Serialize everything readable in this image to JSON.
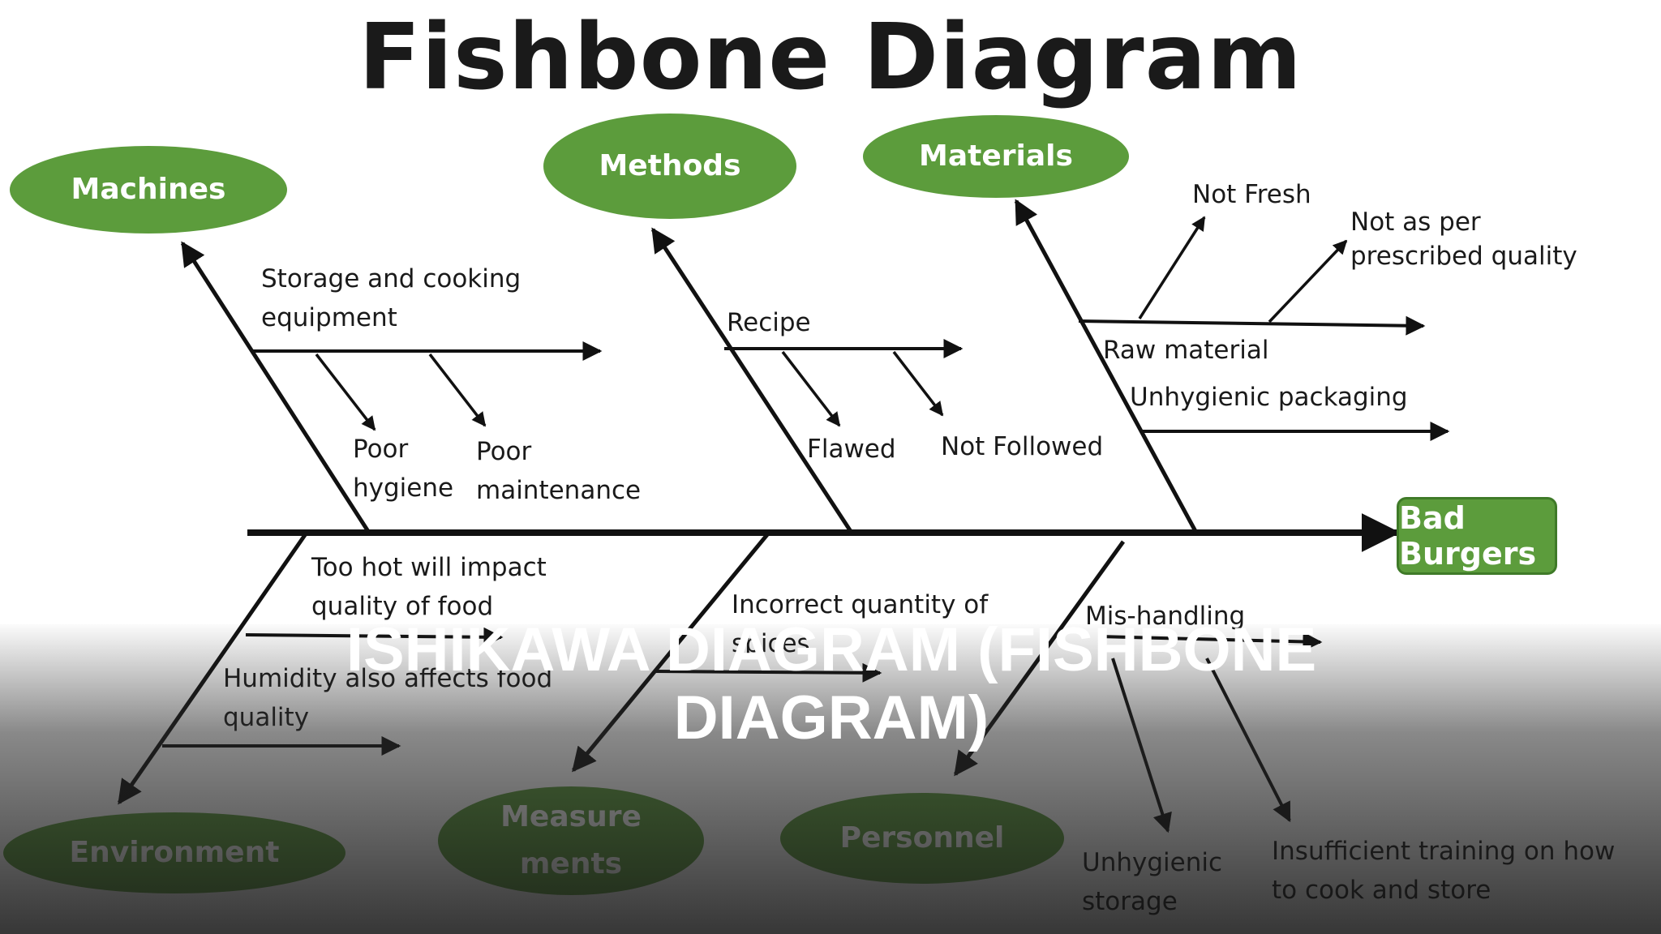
{
  "title": "Fishbone Diagram",
  "effect": "Bad Burgers",
  "categories": {
    "machines": "Machines",
    "methods": "Methods",
    "materials": "Materials",
    "environment": "Environment",
    "measurements_line1": "Measure",
    "measurements_line2": "ments",
    "personnel": "Personnel"
  },
  "causes": {
    "machines_branch_l1": "Storage and cooking",
    "machines_branch_l2": "equipment",
    "poor_hygiene_l1": "Poor",
    "poor_hygiene_l2": "hygiene",
    "poor_maintenance_l1": "Poor",
    "poor_maintenance_l2": "maintenance",
    "recipe": "Recipe",
    "flawed": "Flawed",
    "not_followed": "Not Followed",
    "not_fresh": "Not Fresh",
    "not_as_per_l1": "Not as per",
    "not_as_per_l2": "prescribed quality",
    "raw_material": "Raw material",
    "unhygienic_packaging": "Unhygienic packaging",
    "too_hot_l1": "Too hot will impact",
    "too_hot_l2": "quality of food",
    "humidity_l1": "Humidity also affects food",
    "humidity_l2": "quality",
    "incorrect_qty_l1": "Incorrect quantity of",
    "incorrect_qty_l2": "spices",
    "mishandling": "Mis-handling",
    "unhygienic_storage_l1": "Unhygienic",
    "unhygienic_storage_l2": "storage",
    "insufficient_training_l1": "Insufficient training on how",
    "insufficient_training_l2": "to cook and store"
  },
  "caption": "ISHIKAWA DIAGRAM (FISHBONE DIAGRAM)",
  "colors": {
    "category_green": "#5c9c3c",
    "line": "#111111",
    "text": "#1a1a1a"
  }
}
